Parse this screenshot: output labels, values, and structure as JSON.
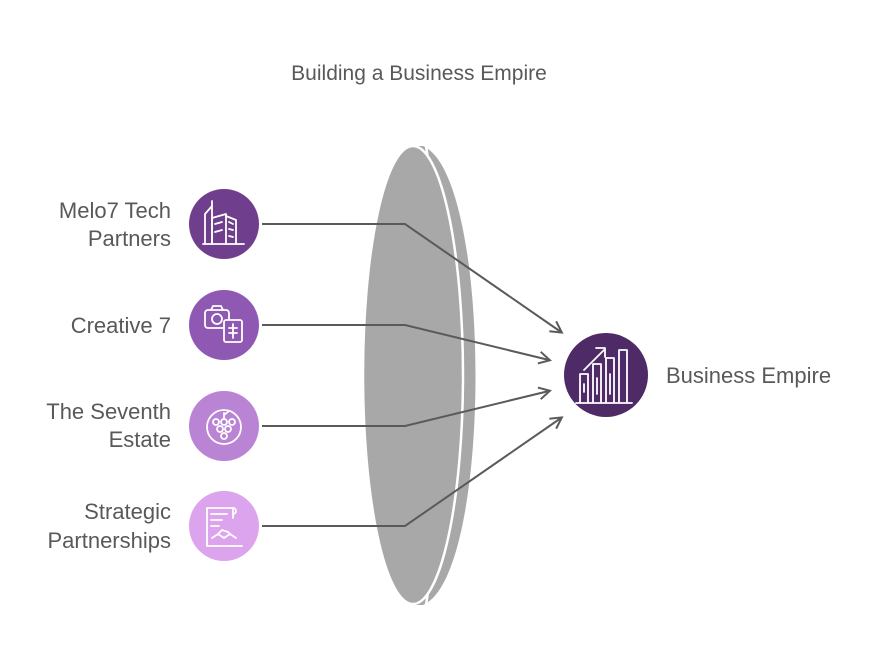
{
  "title": "Building a Business Empire",
  "inputs": [
    {
      "line1": "Melo7 Tech",
      "line2": "Partners",
      "icon": "buildings-icon",
      "color": "#6f3f8e"
    },
    {
      "line1": "Creative 7",
      "line2": "",
      "icon": "camera-document-icon",
      "color": "#8f59b3"
    },
    {
      "line1": "The Seventh",
      "line2": "Estate",
      "icon": "grapes-icon",
      "color": "#b884d3"
    },
    {
      "line1": "Strategic",
      "line2": "Partnerships",
      "icon": "handshake-contract-icon",
      "color": "#dca4ec"
    }
  ],
  "output": {
    "label": "Business Empire",
    "icon": "growth-chart-icon",
    "color": "#4e2a66"
  },
  "lens_color": "#a6a6a6"
}
